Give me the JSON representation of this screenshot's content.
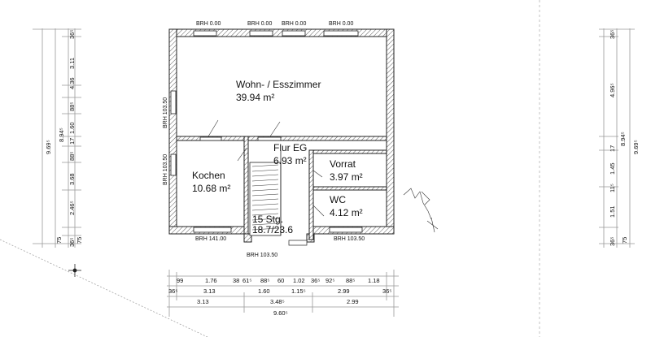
{
  "plan": {
    "rooms": [
      {
        "id": "wohnen",
        "name": "Wohn- / Esszimmer",
        "area": "39.94 m²"
      },
      {
        "id": "kochen",
        "name": "Kochen",
        "area": "10.68 m²"
      },
      {
        "id": "flur",
        "name": "Flur EG",
        "area": "6.93 m²"
      },
      {
        "id": "vorrat",
        "name": "Vorrat",
        "area": "3.97 m²"
      },
      {
        "id": "wc",
        "name": "WC",
        "area": "4.12 m²"
      }
    ],
    "stair": {
      "line1": "15 Stg.",
      "line2": "18.7/23.6"
    },
    "window_labels": {
      "top1": "BRH 0.00",
      "top2": "BRH 0.00",
      "top3": "BRH 0.00",
      "top4": "BRH 0.00",
      "left1": "BRH 103.50",
      "left2": "BRH 103.50",
      "bottom1": "BRH 141.00",
      "bottom2": "BRH 103.50",
      "bottom3": "BRH 103.50"
    },
    "left_dims": {
      "outer": "9.69⁵",
      "mid": "8.94⁵",
      "inner": [
        "36⁵",
        "3.11",
        "4.36",
        "88⁵",
        "1.60",
        "17",
        "88⁵",
        "3.68",
        "2.46⁵",
        "75",
        "36⁵",
        "75"
      ]
    },
    "right_dims": {
      "outer": "9.69⁵",
      "mid": "8.94⁵",
      "inner": [
        "36⁵",
        "4.96⁵",
        "17",
        "1.45",
        "11⁵",
        "1.51",
        "36⁵",
        "75"
      ]
    },
    "bottom_dims": {
      "row1": [
        "99",
        "1.76",
        "38",
        "61⁵",
        "88⁵",
        "60",
        "1.02",
        "36⁵",
        "92⁵",
        "88⁵",
        "1.18"
      ],
      "row2": [
        "36⁵",
        "3.13",
        "1.60",
        "1.15⁵",
        "2.99",
        "36⁵"
      ],
      "row3": [
        "3.13",
        "3.48⁵",
        "2.99"
      ],
      "row4": "9.60⁵"
    }
  }
}
